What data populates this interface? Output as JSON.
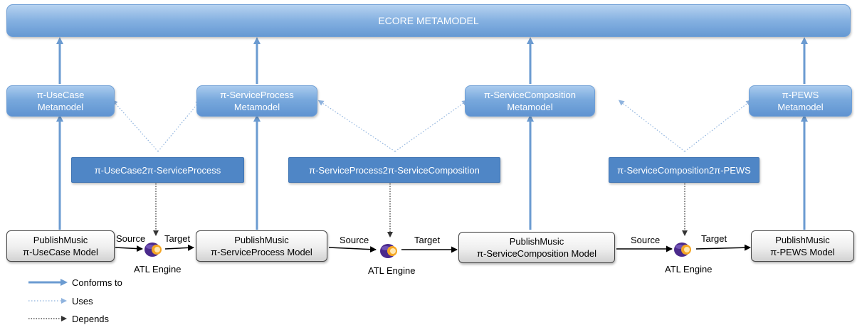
{
  "top": {
    "label": "ECORE METAMODEL"
  },
  "metamodels": [
    {
      "line1": "π-UseCase",
      "line2": "Metamodel"
    },
    {
      "line1": "π-ServiceProcess",
      "line2": "Metamodel"
    },
    {
      "line1": "π-ServiceComposition",
      "line2": "Metamodel"
    },
    {
      "line1": "π-PEWS",
      "line2": "Metamodel"
    }
  ],
  "transformations": [
    {
      "label": "π-UseCase2π-ServiceProcess"
    },
    {
      "label": "π-ServiceProcess2π-ServiceComposition"
    },
    {
      "label": "π-ServiceComposition2π-PEWS"
    }
  ],
  "models": [
    {
      "line1": "PublishMusic",
      "line2": "π-UseCase Model"
    },
    {
      "line1": "PublishMusic",
      "line2": "π-ServiceProcess Model"
    },
    {
      "line1": "PublishMusic",
      "line2": "π-ServiceComposition Model"
    },
    {
      "line1": "PublishMusic",
      "line2": "π-PEWS Model"
    }
  ],
  "engines": [
    {
      "label": "ATL Engine",
      "source": "Source",
      "target": "Target"
    },
    {
      "label": "ATL Engine",
      "source": "Source",
      "target": "Target"
    },
    {
      "label": "ATL Engine",
      "source": "Source",
      "target": "Target"
    }
  ],
  "legend": {
    "conforms": "Conforms to",
    "uses": "Uses",
    "depends": "Depends"
  },
  "colors": {
    "conforms_arrow": "#6b9bd1",
    "uses_line": "#8fb3de",
    "depends_line": "#333333",
    "engine_purple": "#4b2a8c",
    "engine_orange": "#f5a623"
  }
}
